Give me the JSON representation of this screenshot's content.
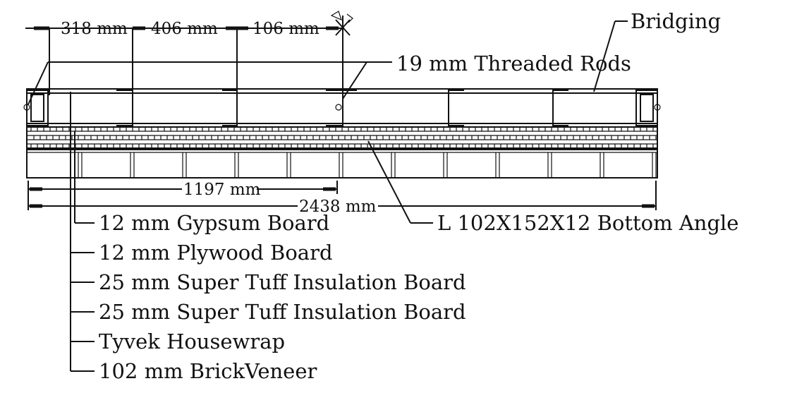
{
  "dimensions": {
    "d318": "318 mm",
    "d406": "406 mm",
    "d106": "106 mm",
    "d1197": "1197 mm",
    "d2438": "2438 mm"
  },
  "callouts": {
    "bridging": "Bridging",
    "threaded_rods": "19 mm Threaded Rods",
    "bottom_angle": "L 102X152X12 Bottom Angle"
  },
  "layers": [
    "12 mm Gypsum Board",
    "12 mm Plywood Board",
    "25 mm Super Tuff Insulation Board",
    "25 mm Super Tuff Insulation Board",
    "Tyvek Housewrap",
    "102 mm BrickVeneer"
  ]
}
